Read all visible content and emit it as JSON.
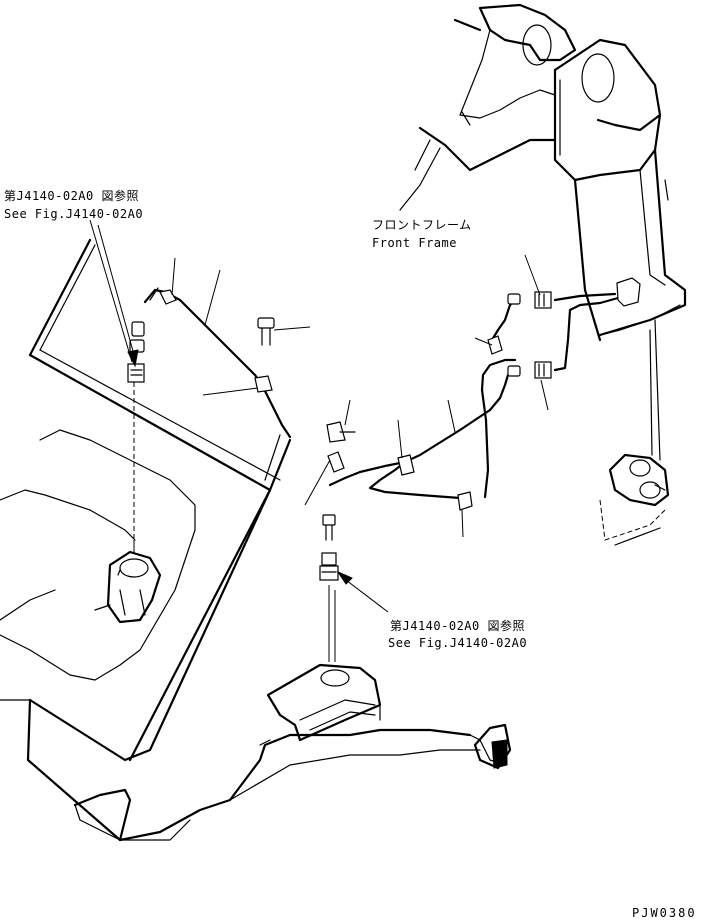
{
  "labels": {
    "ref_left_jp": "第J4140-02A0 図参照",
    "ref_left_en": "See Fig.J4140-02A0",
    "front_frame_jp": "フロントフレーム",
    "front_frame_en": "Front Frame",
    "ref_bottom_jp": "第J4140-02A0 図参照",
    "ref_bottom_en": "See Fig.J4140-02A0",
    "drawing_code": "PJW0380"
  }
}
